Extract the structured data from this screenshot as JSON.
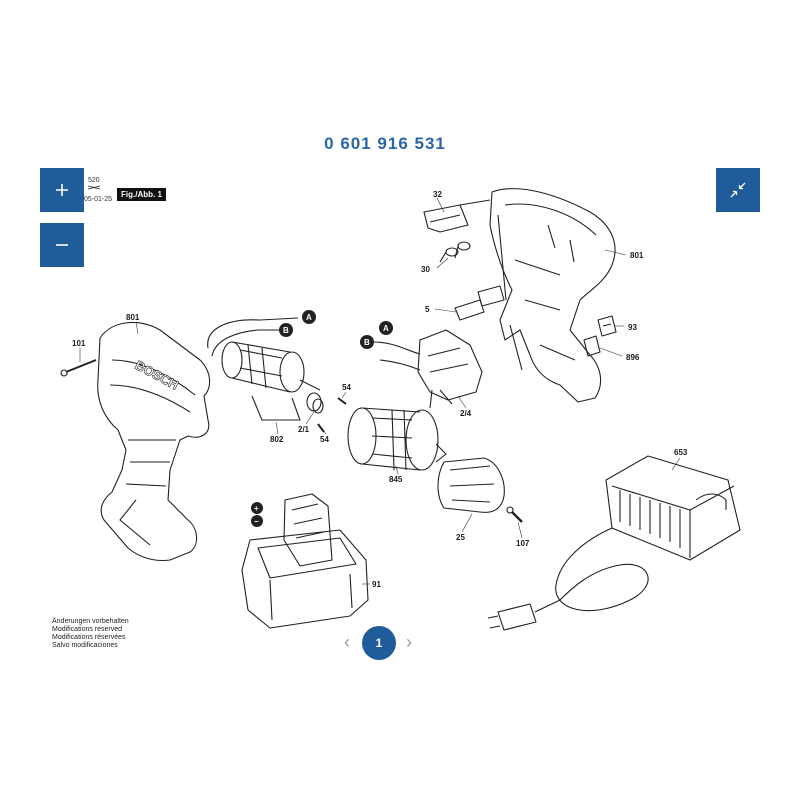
{
  "page": {
    "title": "0 601 916 531"
  },
  "header": {
    "code_top": "520",
    "date": "05-01-25",
    "figure_label": "Fig./Abb. 1"
  },
  "controls": {
    "zoom_in_icon": "plus-icon",
    "zoom_out_icon": "minus-icon",
    "fit_icon": "collapse-arrows-icon",
    "accent_color": "#1f5c99"
  },
  "diagram": {
    "part_labels": {
      "p32": "32",
      "p801_top": "801",
      "p30": "30",
      "p5": "5",
      "p93": "93",
      "p896": "896",
      "p801_left": "801",
      "p101": "101",
      "p54a": "54",
      "p54b": "54",
      "p2_1": "2/1",
      "p802": "802",
      "p2_4": "2/4",
      "p845": "845",
      "p25": "25",
      "p107": "107",
      "p653": "653",
      "p91": "91"
    },
    "wire_markers": {
      "a1": "A",
      "b1": "B",
      "a2": "A",
      "b2": "B",
      "plus": "+",
      "minus": "−"
    },
    "brand_text": "BOSCH"
  },
  "notes": [
    "Änderungen vorbehalten",
    "Modifications reserved",
    "Modifications réservées",
    "Salvo modificaciones"
  ],
  "pagination": {
    "prev_symbol": "‹",
    "current_page": "1",
    "next_symbol": "›"
  }
}
